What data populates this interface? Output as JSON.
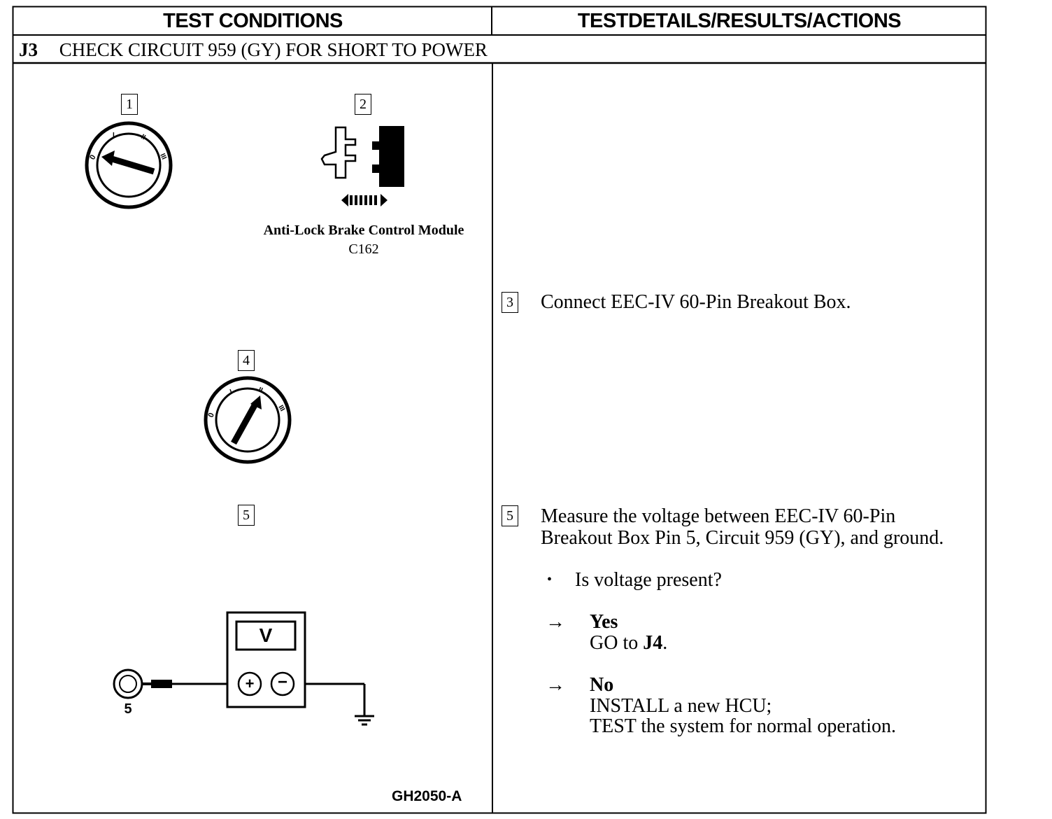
{
  "header": {
    "left": "TEST CONDITIONS",
    "right": "TESTDETAILS/RESULTS/ACTIONS"
  },
  "step": {
    "id": "J3",
    "title": "CHECK CIRCUIT 959 (GY) FOR SHORT TO POWER"
  },
  "conditions": {
    "step1_num": "1",
    "step2_num": "2",
    "step2_caption_line1": "Anti-Lock Brake Control Module",
    "step2_caption_line2": "C162",
    "step4_num": "4",
    "step5_num": "5",
    "meter_label": "V",
    "meter_plus": "+",
    "meter_minus": "−",
    "probe_label": "5",
    "figure_id": "GH2050-A",
    "icons": [
      "ignition-switch-off-icon",
      "connector-disconnect-icon",
      "ignition-switch-run-icon",
      "voltmeter-icon",
      "ground-icon"
    ]
  },
  "details": {
    "step3_num": "3",
    "step3_text": "Connect EEC-IV 60-Pin Breakout Box.",
    "step5_num": "5",
    "step5_line1": "Measure the voltage between EEC-IV 60-Pin",
    "step5_line2": "Breakout Box Pin 5, Circuit 959 (GY), and ground.",
    "bullet": "•",
    "question": "Is voltage present?",
    "arrow": "→",
    "yes_label": "Yes",
    "yes_action_prefix": "GO to ",
    "yes_action_target": "J4",
    "yes_action_suffix": ".",
    "no_label": "No",
    "no_line1": "INSTALL a new HCU;",
    "no_line2": "TEST the system for normal operation."
  }
}
